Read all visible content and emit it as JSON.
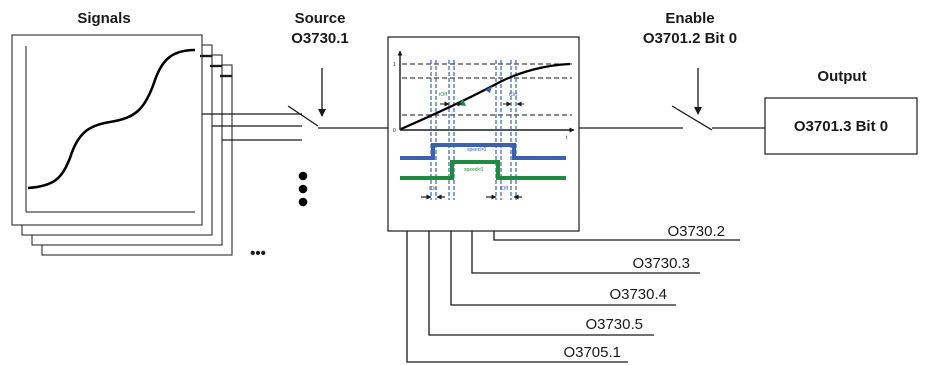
{
  "signals": {
    "title": "Signals",
    "more": "•••",
    "vdots": "⋮"
  },
  "source": {
    "label": "Source",
    "param": "O3730.1"
  },
  "enable": {
    "label": "Enable",
    "param": "O3701.2 Bit 0"
  },
  "output": {
    "label": "Output",
    "param": "O3701.3 Bit 0"
  },
  "block": {
    "y_one": "1",
    "y_zero": "0",
    "t_axis": "t",
    "ton_a": "tOn",
    "toff_a": "tOff",
    "speed_blue": "speed>0",
    "speed_green": "speed<0",
    "ton_b": "tOn",
    "toff_b": "tOff"
  },
  "params": [
    "O3730.2",
    "O3730.3",
    "O3730.4",
    "O3730.5",
    "O3705.1"
  ],
  "colors": {
    "blue": "#3a63ad",
    "green": "#1f8a44",
    "dashed_blue": "#3a63ad",
    "line": "#1a1a1a"
  }
}
